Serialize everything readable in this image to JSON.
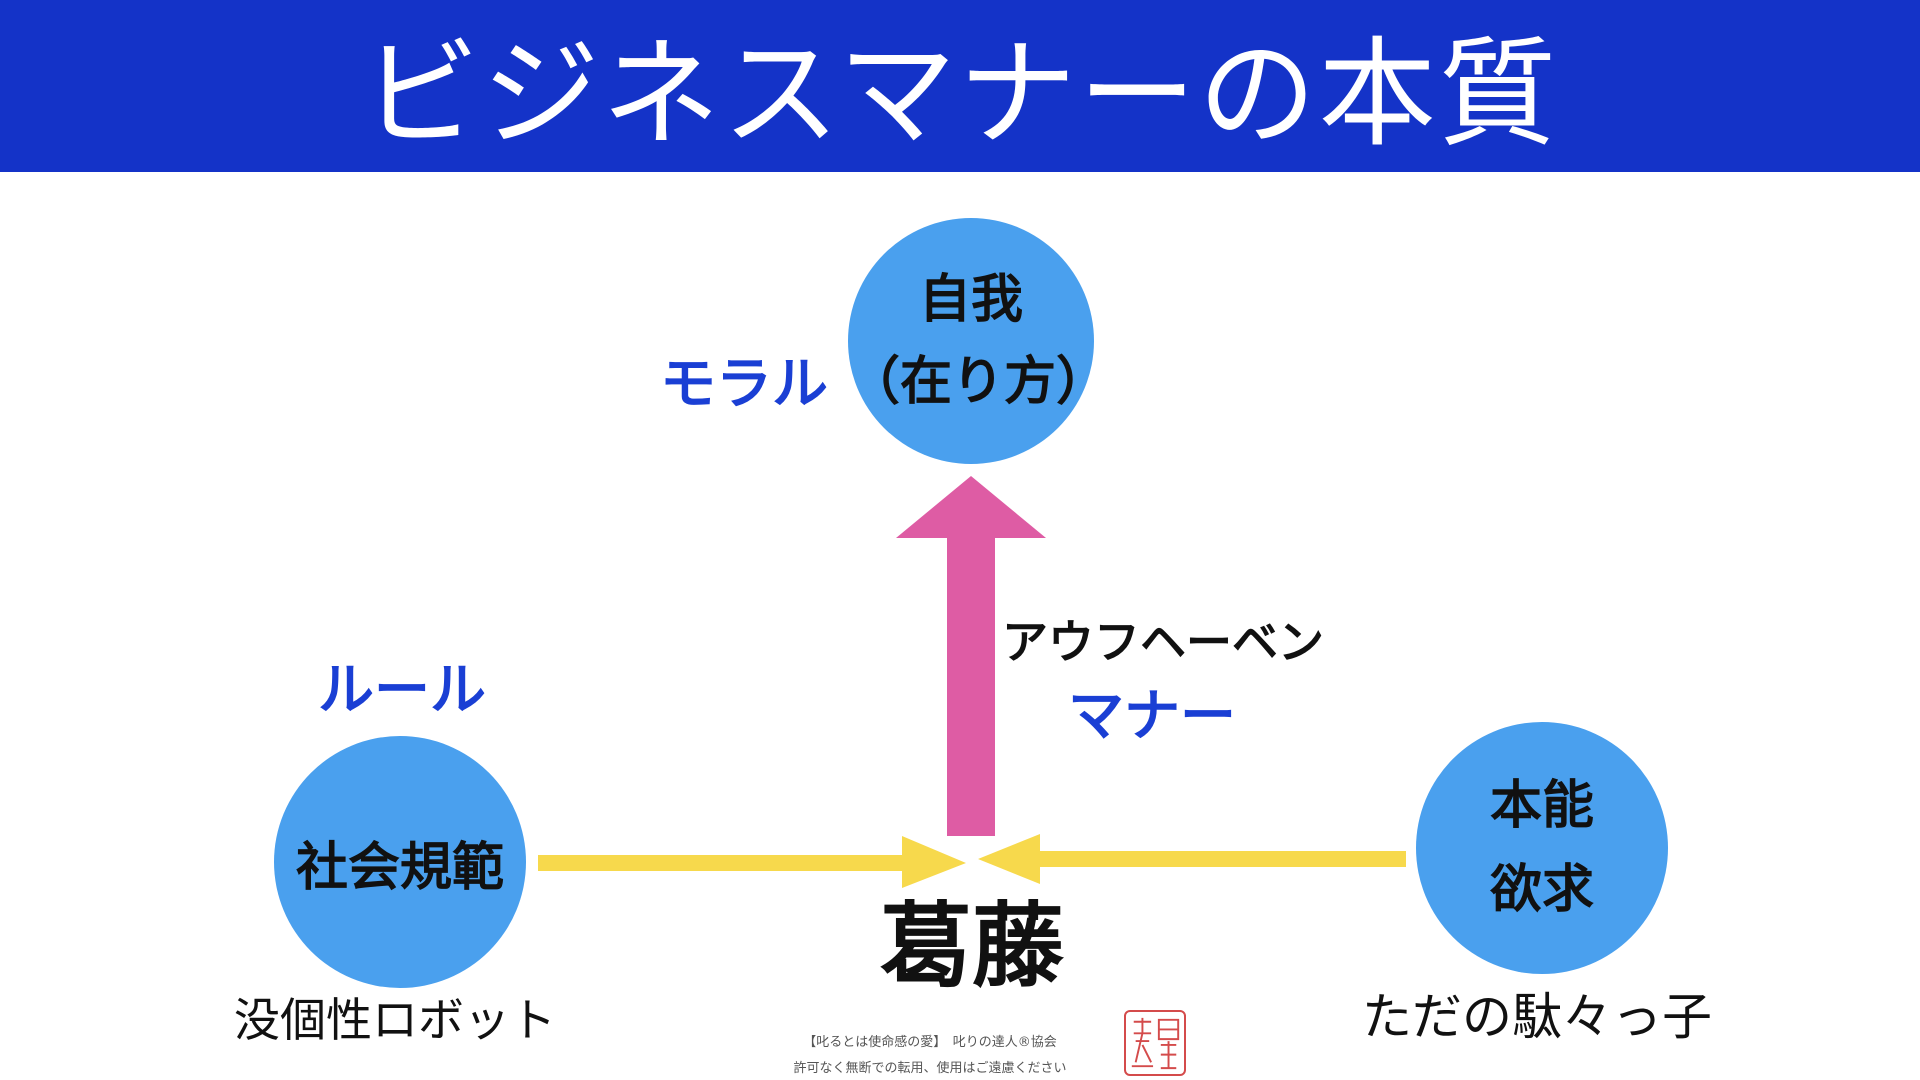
{
  "header": {
    "title": "ビジネスマナーの本質"
  },
  "nodes": {
    "ego": {
      "line1": "自我",
      "line2": "（在り方）"
    },
    "norms": {
      "label": "社会規範"
    },
    "instinct": {
      "line1": "本能",
      "line2": "欲求"
    }
  },
  "labels": {
    "moral": "モラル",
    "rule": "ルール",
    "aufheben": "アウフヘーベン",
    "manner": "マナー",
    "conflict": "葛藤",
    "robot": "没個性ロボット",
    "brat": "ただの駄々っ子"
  },
  "credit": {
    "line1": "【叱るとは使命感の愛】　叱りの達人®協会",
    "line2": "許可なく無断での転用、使用はご遠慮ください"
  },
  "colors": {
    "header_bg": "#1433c8",
    "circle_fill": "#4aa0ee",
    "accent_text": "#1a3fd4",
    "arrow_up": "#de5ca4",
    "arrow_side": "#f7d94c",
    "seal": "#d44b4b"
  }
}
